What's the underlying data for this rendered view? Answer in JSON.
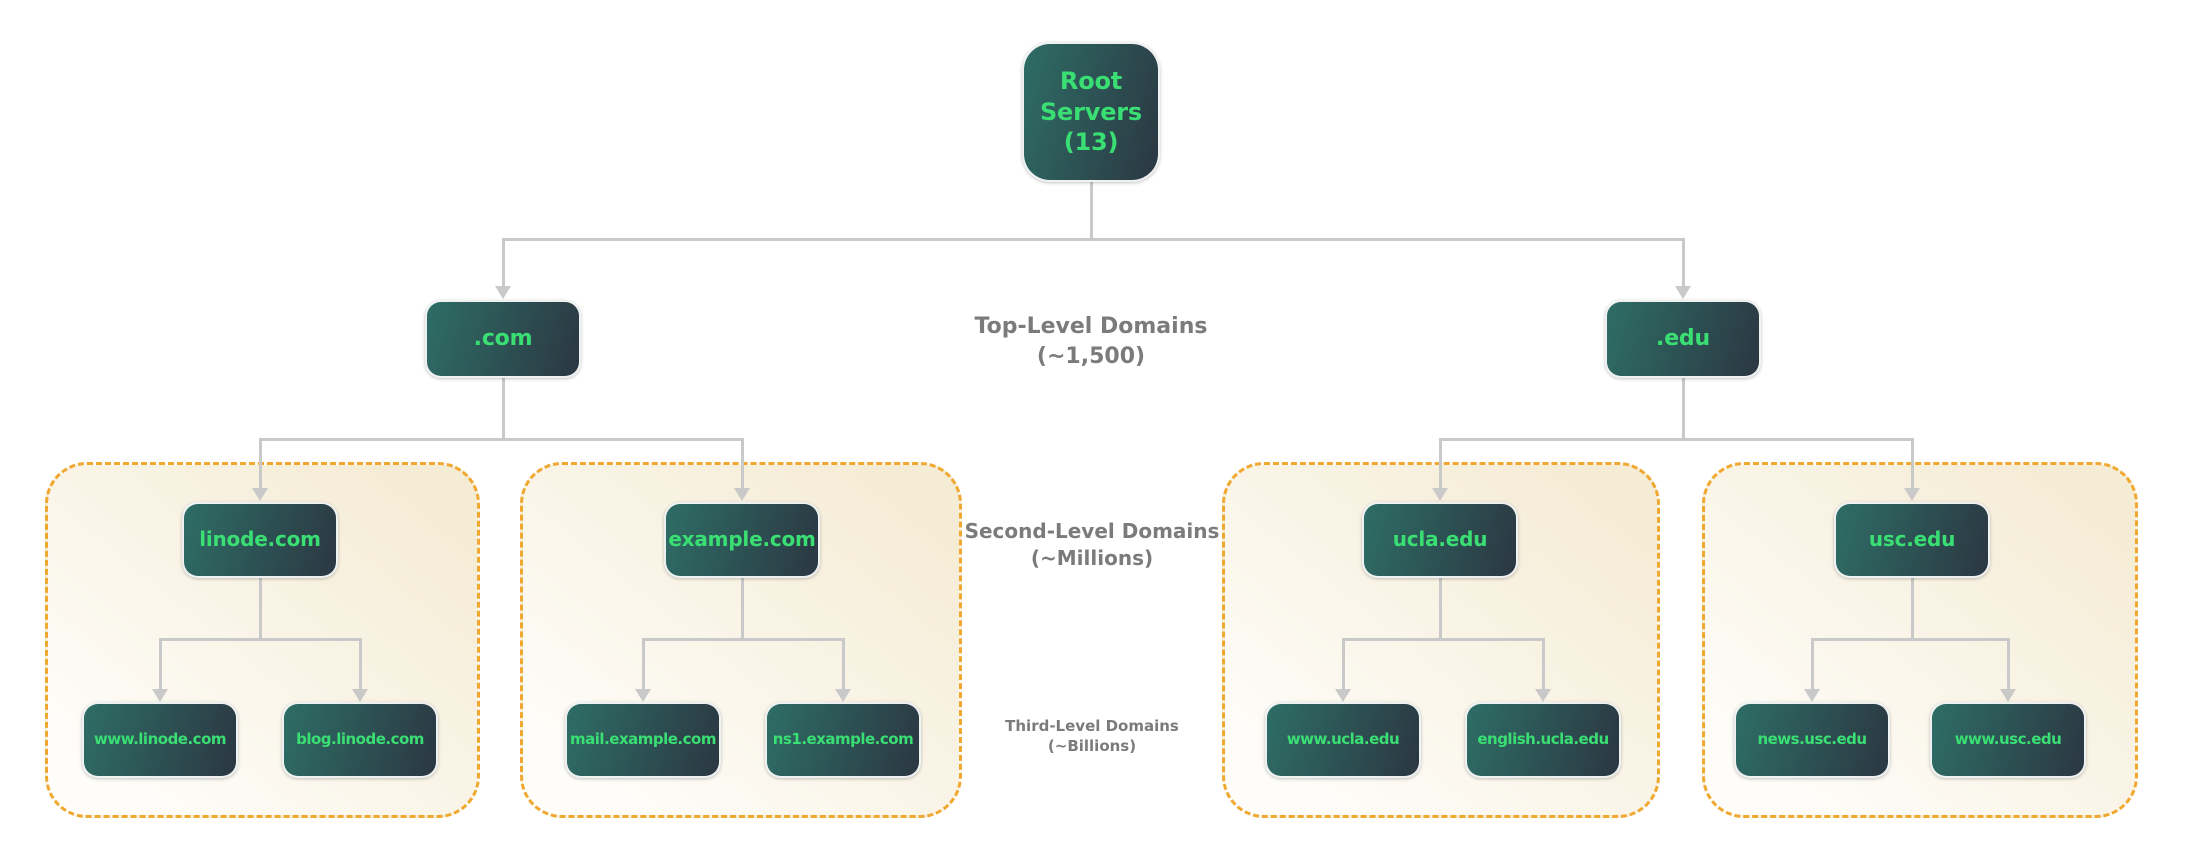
{
  "levels": {
    "top": {
      "title": "Top-Level Domains",
      "subtitle": "(~1,500)"
    },
    "second": {
      "title": "Second-Level Domains",
      "subtitle": "(~Millions)"
    },
    "third": {
      "title": "Third-Level Domains",
      "subtitle": "(~Billions)"
    }
  },
  "nodes": {
    "root": {
      "label": "Root Servers (13)"
    },
    "com": {
      "label": ".com"
    },
    "edu": {
      "label": ".edu"
    },
    "linode": {
      "label": "linode.com"
    },
    "example": {
      "label": "example.com"
    },
    "ucla": {
      "label": "ucla.edu"
    },
    "usc": {
      "label": "usc.edu"
    },
    "www_linode": {
      "label": "www.linode.com"
    },
    "blog_linode": {
      "label": "blog.linode.com"
    },
    "mail_example": {
      "label": "mail.example.com"
    },
    "ns1_example": {
      "label": "ns1.example.com"
    },
    "www_ucla": {
      "label": "www.ucla.edu"
    },
    "english_ucla": {
      "label": "english.ucla.edu"
    },
    "news_usc": {
      "label": "news.usc.edu"
    },
    "www_usc": {
      "label": "www.usc.edu"
    }
  },
  "colors": {
    "node_grad_start": "#2E6D66",
    "node_grad_end": "#2B3742",
    "node_text": "#3ADF73",
    "connector": "#C9C9C9",
    "container_border": "#F0A830",
    "container_bg_start": "#FEFDFA",
    "container_bg_end": "#F5ECD5",
    "label_text": "#7B7B7B",
    "page_bg": "#FFFFFF"
  }
}
